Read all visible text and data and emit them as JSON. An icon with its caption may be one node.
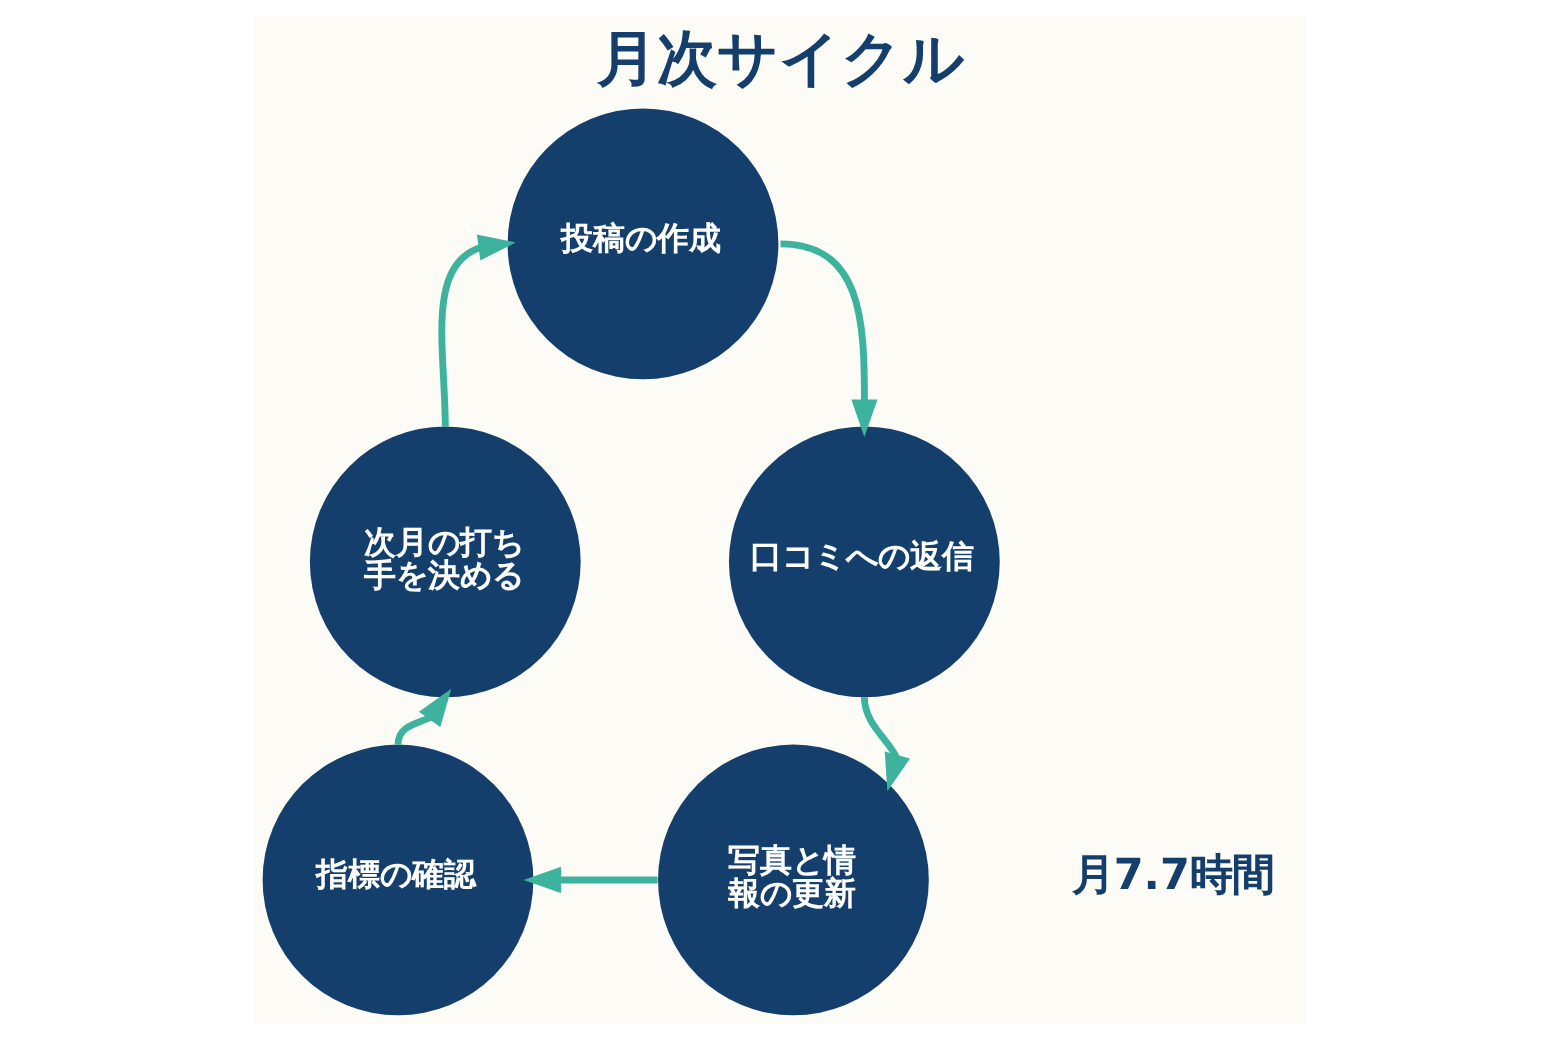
{
  "diagram": {
    "title": "月次サイクル",
    "nodes": [
      {
        "text": [
          "投稿の作成"
        ]
      },
      {
        "text": [
          "口コミへの返信"
        ]
      },
      {
        "text": [
          "写真と情報の更新"
        ]
      },
      {
        "text": [
          "指標の確認"
        ]
      },
      {
        "text": [
          "次月の打ち手を決める"
        ]
      }
    ],
    "edges": [
      {
        "from": 0,
        "to": 1,
        "arrow": "to"
      },
      {
        "from": 1,
        "to": 2,
        "arrow": "to"
      },
      {
        "from": 2,
        "to": 3,
        "arrow": "to"
      },
      {
        "from": 3,
        "to": 4,
        "arrow": "to"
      },
      {
        "from": 4,
        "to": 0,
        "arrow": "to"
      }
    ],
    "labels": [
      "月7.7時間"
    ]
  }
}
